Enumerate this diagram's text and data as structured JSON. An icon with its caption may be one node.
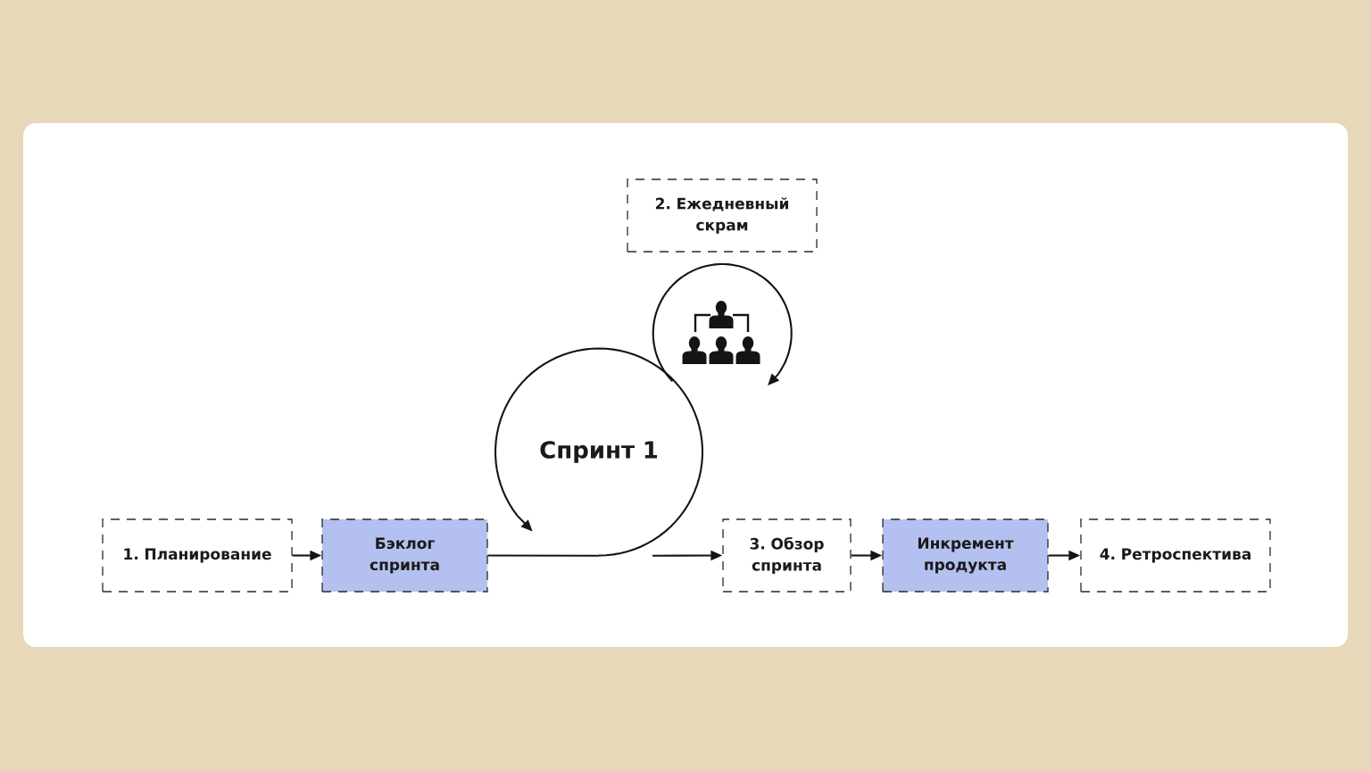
{
  "diagram": {
    "nodes": [
      {
        "text": [
          "1. Планирование"
        ]
      },
      {
        "text": [
          "Бэклог спринта"
        ]
      },
      {
        "text": [
          "Спринт 1"
        ]
      },
      {
        "text": [
          "2. Ежедневный скрам"
        ]
      },
      {
        "text": [
          "3. Обзор спринта"
        ]
      },
      {
        "text": [
          "Инкремент продукта"
        ]
      },
      {
        "text": [
          "4. Ретроспектива"
        ]
      }
    ],
    "edges": [
      {
        "from": 0,
        "to": 1,
        "arrow": "to"
      },
      {
        "from": 1,
        "to": 2,
        "arrow": "none"
      },
      {
        "from": 2,
        "to": 4,
        "arrow": "to"
      },
      {
        "from": 4,
        "to": 5,
        "arrow": "to"
      },
      {
        "from": 5,
        "to": 6,
        "arrow": "to"
      }
    ]
  }
}
